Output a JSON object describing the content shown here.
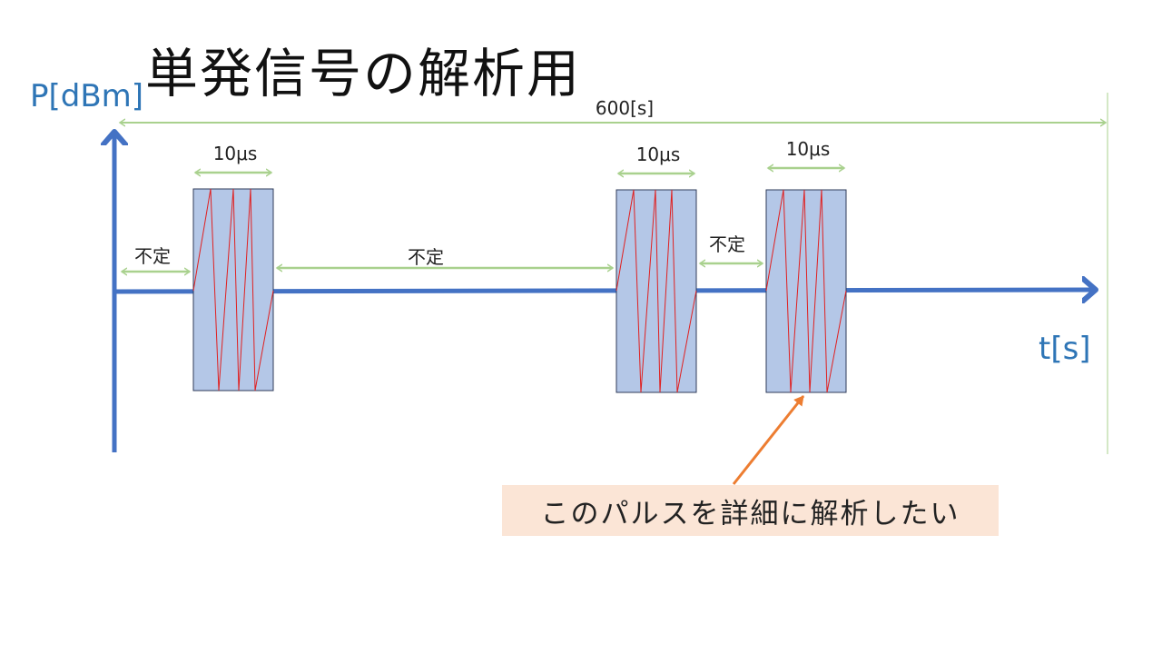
{
  "title": "単発信号の解析用",
  "y_axis_label": "P[dBm]",
  "x_axis_label": "t[s]",
  "total_duration_label": "600[s]",
  "pulse_width_label": "10μs",
  "interval_label": "不定",
  "callout_text": "このパルスを詳細に解析したい",
  "colors": {
    "axis": "#4472c4",
    "axis_label": "#2e75b6",
    "dimension_arrow": "#a9d18e",
    "pulse_fill": "#b4c7e7",
    "pulse_border": "#2f3b59",
    "pulse_line": "#e02020",
    "callout_fill": "#fbe5d6",
    "callout_arrow": "#ed7d31",
    "end_marker": "#a9d18e"
  }
}
